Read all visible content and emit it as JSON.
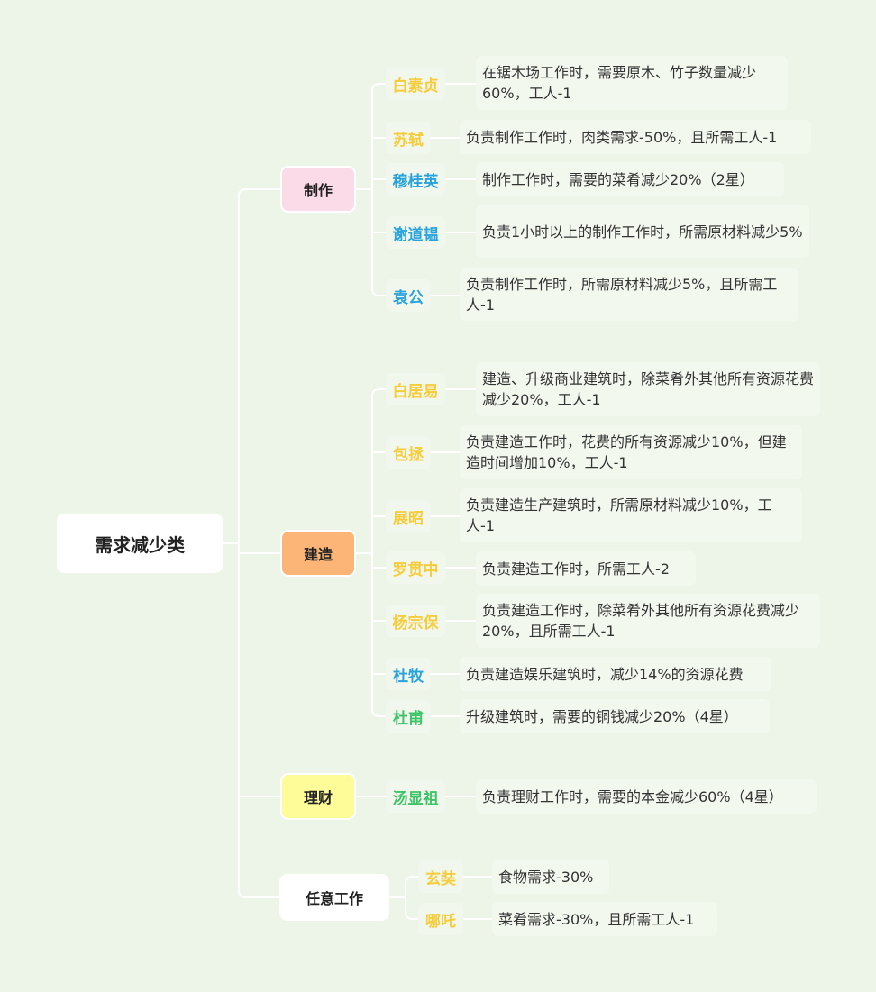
{
  "colors": {
    "background": "#edf4e8",
    "connector": "#ffffff",
    "yellow_text": "#f5cc3a",
    "blue_text": "#29a3dc",
    "green_text": "#3cc466"
  },
  "root": {
    "label": "需求减少类"
  },
  "categories": [
    {
      "label": "制作",
      "color": "#fcdbe8",
      "items": [
        {
          "name": "白素贞",
          "name_color": "#f5cc3a",
          "desc": "在锯木场工作时，需要原木、竹子数量减少60%，工人-1"
        },
        {
          "name": "苏轼",
          "name_color": "#f5cc3a",
          "desc": "负责制作工作时，肉类需求-50%，且所需工人-1"
        },
        {
          "name": "穆桂英",
          "name_color": "#29a3dc",
          "desc": "制作工作时，需要的菜肴减少20%（2星）"
        },
        {
          "name": "谢道韫",
          "name_color": "#29a3dc",
          "desc": "负责1小时以上的制作工作时，所需原材料减少5%"
        },
        {
          "name": "袁公",
          "name_color": "#29a3dc",
          "desc": "负责制作工作时，所需原材料减少5%，且所需工人-1"
        }
      ]
    },
    {
      "label": "建造",
      "color": "#fdb577",
      "items": [
        {
          "name": "白居易",
          "name_color": "#f5cc3a",
          "desc": "建造、升级商业建筑时，除菜肴外其他所有资源花费减少20%，工人-1"
        },
        {
          "name": "包拯",
          "name_color": "#f5cc3a",
          "desc": "负责建造工作时，花费的所有资源减少10%，但建造时间增加10%，工人-1"
        },
        {
          "name": "展昭",
          "name_color": "#f5cc3a",
          "desc": "负责建造生产建筑时，所需原材料减少10%，工人-1"
        },
        {
          "name": "罗贯中",
          "name_color": "#f5cc3a",
          "desc": "负责建造工作时，所需工人-2"
        },
        {
          "name": "杨宗保",
          "name_color": "#f5cc3a",
          "desc": "负责建造工作时，除菜肴外其他所有资源花费减少20%，且所需工人-1"
        },
        {
          "name": "杜牧",
          "name_color": "#29a3dc",
          "desc": "负责建造娱乐建筑时，减少14%的资源花费"
        },
        {
          "name": "杜甫",
          "name_color": "#3cc466",
          "desc": "升级建筑时，需要的铜钱减少20%（4星）"
        }
      ]
    },
    {
      "label": "理财",
      "color": "#fefb99",
      "items": [
        {
          "name": "汤显祖",
          "name_color": "#3cc466",
          "desc": "负责理财工作时，需要的本金减少60%（4星）"
        }
      ]
    },
    {
      "label": "任意工作",
      "color": "#ffffff",
      "items": [
        {
          "name": "玄奘",
          "name_color": "#f5cc3a",
          "desc": "食物需求-30%"
        },
        {
          "name": "哪吒",
          "name_color": "#f5cc3a",
          "desc": "菜肴需求-30%，且所需工人-1"
        }
      ]
    }
  ]
}
